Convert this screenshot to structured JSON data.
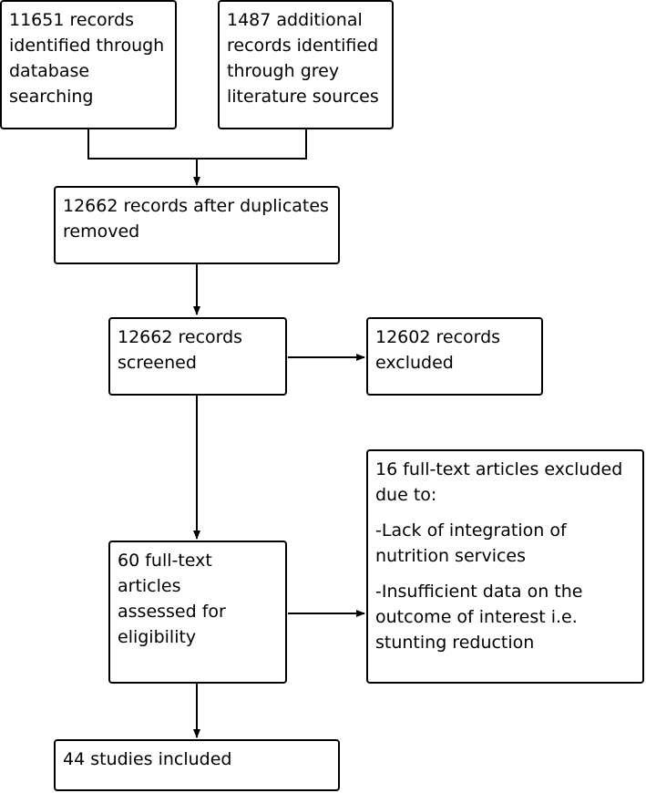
{
  "boxes": {
    "database": "11651 records\nidentified through\ndatabase\nsearching",
    "grey_literature": "1487 additional\nrecords identified\nthrough grey\nliterature sources",
    "after_duplicates": "12662 records after duplicates\nremoved",
    "screened": "12662 records\nscreened",
    "excluded": "12602 records\nexcluded",
    "assessed": "60 full-text articles\nassessed for\neligibility",
    "fulltext_excluded": {
      "heading": "16 full-text articles excluded\ndue to:",
      "reason_1": "-Lack of integration of\nnutrition services",
      "reason_2": "-Insufficient data on the\noutcome of interest i.e.\nstunting reduction"
    },
    "included": "44 studies included"
  }
}
